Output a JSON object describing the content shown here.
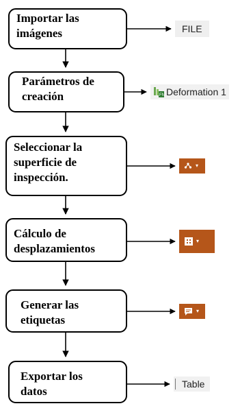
{
  "steps": [
    {
      "line1": "Importar las",
      "line2": "imágenes"
    },
    {
      "line1": "Parámetros de",
      "line2": "creación"
    },
    {
      "line1": "Seleccionar la",
      "line2": "superficie de",
      "line3": "inspección."
    },
    {
      "line1": "Cálculo de",
      "line2": "desplazamientos"
    },
    {
      "line1": "Generar las",
      "line2": "etiquetas"
    },
    {
      "line1": "Exportar los",
      "line2": "datos"
    }
  ],
  "tags": {
    "file": "FILE",
    "deformation": "Deformation 1",
    "table": "Table"
  },
  "icons": {
    "deformation": "deformation-tree-icon",
    "surface": "surface-selection-icon",
    "displacement": "displacement-calc-icon",
    "label": "label-tag-icon"
  },
  "colors": {
    "accent": "#b5561a",
    "tagBackground": "#efefef"
  }
}
